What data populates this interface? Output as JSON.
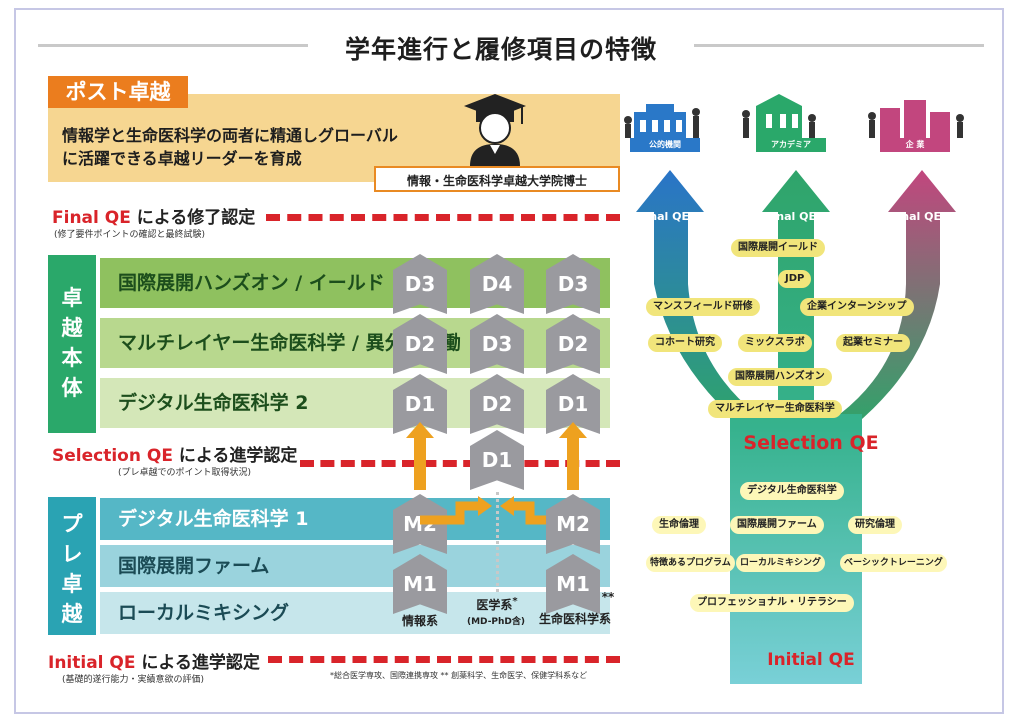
{
  "title": "学年進行と履修項目の特徴",
  "post": {
    "tab": "ポスト卓越",
    "desc1": "情報学と生命医科学の両者に精通しグローバル",
    "desc2": "に活躍できる卓越リーダーを育成",
    "degree": "情報・生命医科学卓越大学院博士"
  },
  "final_qe": {
    "en": "Final QE",
    "jp": "による修了認定",
    "sub": "(修了要件ポイントの確認と最終試験)"
  },
  "selection_qe": {
    "en": "Selection QE",
    "jp": "による進学認定",
    "sub": "(プレ卓越でのポイント取得状況)"
  },
  "initial_qe": {
    "en": "Initial QE",
    "jp": "による進学認定",
    "sub": "(基礎的遂行能力・実績意欲の評価)"
  },
  "main": {
    "side": "卓越本体",
    "rows": [
      "国際展開ハンズオン / イールド",
      "マルチレイヤー生命医科学 / 異分野協働",
      "デジタル生命医科学 2"
    ]
  },
  "pre": {
    "side": "プレ卓越",
    "rows": [
      "デジタル生命医科学 1",
      "国際展開ファーム",
      "ローカルミキシング"
    ]
  },
  "columns": {
    "c1": {
      "chevrons": [
        "D3",
        "D2",
        "D1",
        "M2",
        "M1"
      ],
      "label": "情報系"
    },
    "c2": {
      "chevrons": [
        "D4",
        "D3",
        "D2",
        "D1"
      ],
      "label": "医学系",
      "sub": "(MD-PhD含)",
      "mark": "*"
    },
    "c3": {
      "chevrons": [
        "D3",
        "D2",
        "D1",
        "M2",
        "M1"
      ],
      "label": "生命医科学系",
      "mark": "**"
    }
  },
  "footnote": "*総合医学専攻、国際連携専攻 ** 創薬科学、生命医学、保健学科系など",
  "tree": {
    "sectors": [
      "公的機関",
      "アカデミア",
      "企 業"
    ],
    "final_qe": "Final QE",
    "selection_qe": "Selection QE",
    "initial_qe": "Initial QE",
    "upper_items": [
      "国際展開イールド",
      "JDP",
      "マンスフィールド研修",
      "企業インターンシップ",
      "コホート研究",
      "ミックスラボ",
      "起業セミナー",
      "国際展開ハンズオン",
      "マルチレイヤー生命医科学"
    ],
    "lower_items": [
      "デジタル生命医科学",
      "生命倫理",
      "国際展開ファーム",
      "研究倫理",
      "特徴あるプログラム",
      "ローカルミキシング",
      "ベーシックトレーニング",
      "プロフェッショナル・リテラシー"
    ]
  },
  "colors": {
    "orange": "#eb7d1e",
    "red": "#d9242a",
    "green": "#2aa86a",
    "teal": "#2aa3b3",
    "blue": "#2a78c8",
    "pink": "#c2467e"
  }
}
